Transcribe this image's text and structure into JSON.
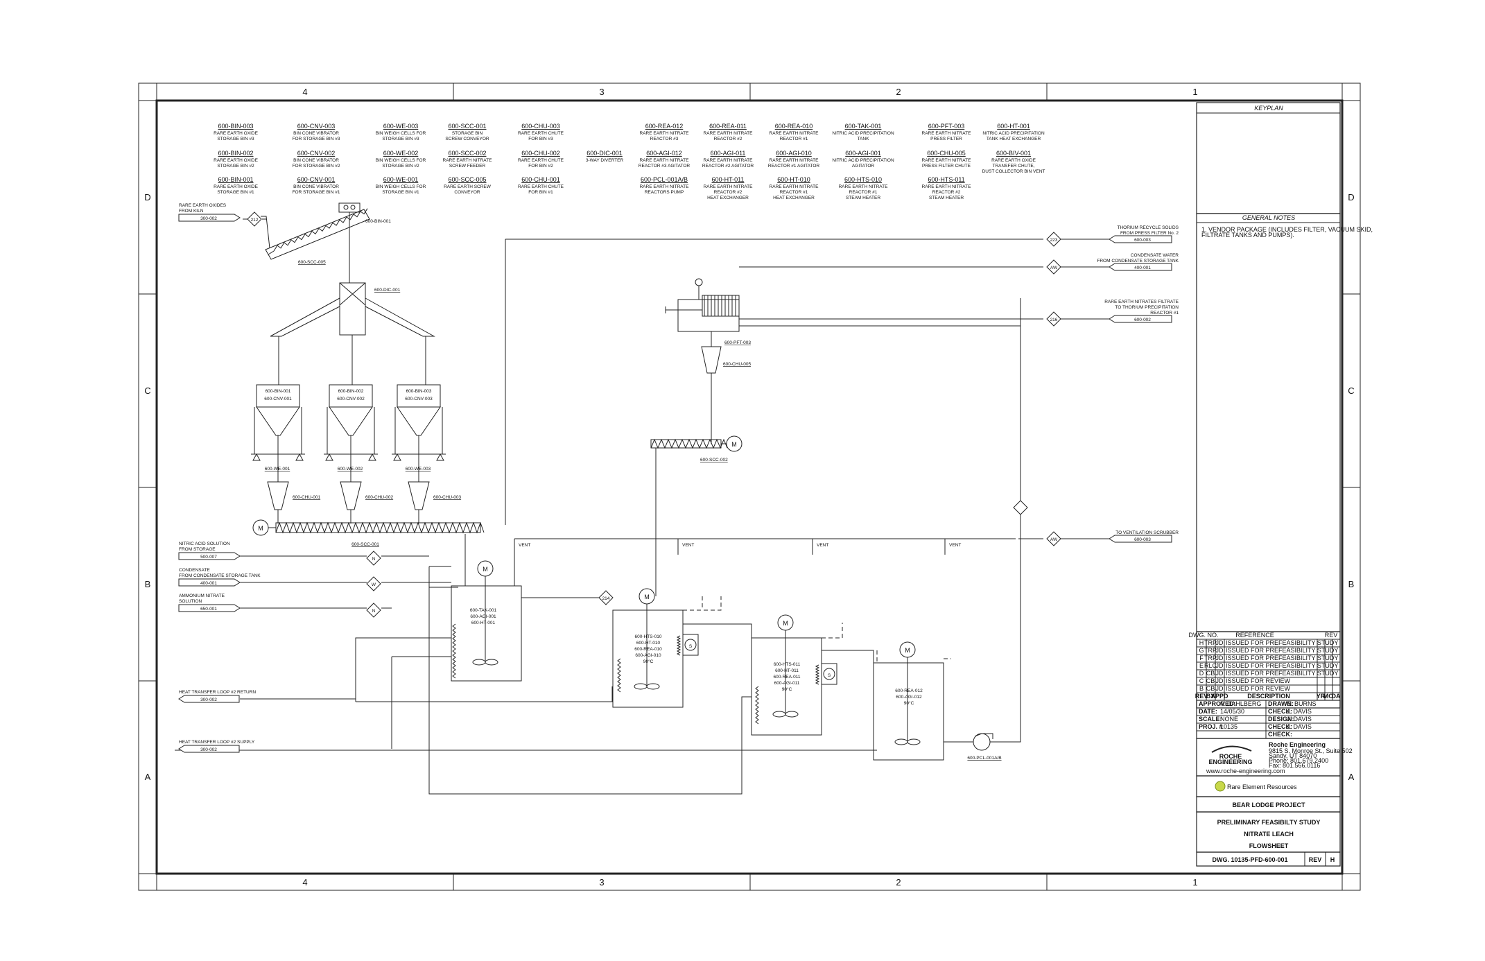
{
  "grid": {
    "columns": [
      "4",
      "3",
      "2",
      "1"
    ],
    "rows": [
      "D",
      "C",
      "B",
      "A"
    ]
  },
  "equipment_list": [
    {
      "tag": "600-BIN-003",
      "desc": [
        "RARE EARTH OXIDE",
        "STORAGE BIN #3"
      ]
    },
    {
      "tag": "600-BIN-002",
      "desc": [
        "RARE EARTH OXIDE",
        "STORAGE BIN #2"
      ]
    },
    {
      "tag": "600-BIN-001",
      "desc": [
        "RARE EARTH OXIDE",
        "STORAGE BIN #1"
      ]
    },
    {
      "tag": "600-CNV-003",
      "desc": [
        "BIN CONE VIBRATOR",
        "FOR STORAGE BIN #3"
      ]
    },
    {
      "tag": "600-CNV-002",
      "desc": [
        "BIN CONE VIBRATOR",
        "FOR STORAGE BIN #2"
      ]
    },
    {
      "tag": "600-CNV-001",
      "desc": [
        "BIN CONE VIBRATOR",
        "FOR STORAGE BIN #1"
      ]
    },
    {
      "tag": "600-WE-003",
      "desc": [
        "BIN WEIGH CELLS FOR",
        "STORAGE BIN #3"
      ]
    },
    {
      "tag": "600-WE-002",
      "desc": [
        "BIN WEIGH CELLS FOR",
        "STORAGE BIN #2"
      ]
    },
    {
      "tag": "600-WE-001",
      "desc": [
        "BIN WEIGH CELLS FOR",
        "STORAGE BIN #1"
      ]
    },
    {
      "tag": "600-SCC-001",
      "desc": [
        "STORAGE BIN",
        "SCREW CONVEYOR"
      ]
    },
    {
      "tag": "600-SCC-002",
      "desc": [
        "RARE EARTH NITRATE",
        "SCREW FEEDER"
      ]
    },
    {
      "tag": "600-SCC-005",
      "desc": [
        "RARE EARTH SCREW",
        "CONVEYOR"
      ]
    },
    {
      "tag": "600-CHU-003",
      "desc": [
        "RARE EARTH CHUTE",
        "FOR BIN #3"
      ]
    },
    {
      "tag": "600-CHU-002",
      "desc": [
        "RARE EARTH CHUTE",
        "FOR BIN #2"
      ]
    },
    {
      "tag": "600-CHU-001",
      "desc": [
        "RARE EARTH CHUTE",
        "FOR BIN #1"
      ]
    },
    {
      "tag": "600-DIC-001",
      "desc": [
        "3-WAY DIVERTER"
      ]
    },
    {
      "tag": "600-REA-012",
      "desc": [
        "RARE EARTH NITRATE",
        "REACTOR #3"
      ]
    },
    {
      "tag": "600-AGI-012",
      "desc": [
        "RARE EARTH NITRATE",
        "REACTOR #3 AGITATOR"
      ]
    },
    {
      "tag": "600-PCL-001A/B",
      "desc": [
        "RARE EARTH NITRATE",
        "REACTORS PUMP"
      ]
    },
    {
      "tag": "600-REA-011",
      "desc": [
        "RARE EARTH NITRATE",
        "REACTOR #2"
      ]
    },
    {
      "tag": "600-AGI-011",
      "desc": [
        "RARE EARTH NITRATE",
        "REACTOR #2 AGITATOR"
      ]
    },
    {
      "tag": "600-HT-011",
      "desc": [
        "RARE EARTH NITRATE",
        "REACTOR #2",
        "HEAT EXCHANGER"
      ]
    },
    {
      "tag": "600-REA-010",
      "desc": [
        "RARE EARTH NITRATE",
        "REACTOR #1"
      ]
    },
    {
      "tag": "600-AGI-010",
      "desc": [
        "RARE EARTH NITRATE",
        "REACTOR #1 AGITATOR"
      ]
    },
    {
      "tag": "600-HT-010",
      "desc": [
        "RARE EARTH NITRATE",
        "REACTOR #1",
        "HEAT EXCHANGER"
      ]
    },
    {
      "tag": "600-TAK-001",
      "desc": [
        "NITRIC ACID PRECIPITATION",
        "TANK"
      ]
    },
    {
      "tag": "600-AGI-001",
      "desc": [
        "NITRIC ACID PRECIPITATION",
        "AGITATOR"
      ]
    },
    {
      "tag": "600-HTS-010",
      "desc": [
        "RARE EARTH NITRATE",
        "REACTOR #1",
        "STEAM HEATER"
      ]
    },
    {
      "tag": "600-PFT-003",
      "desc": [
        "RARE EARTH NITRATE",
        "PRESS FILTER"
      ]
    },
    {
      "tag": "600-CHU-005",
      "desc": [
        "RARE EARTH NITRATE",
        "PRESS FILTER CHUTE"
      ]
    },
    {
      "tag": "600-HTS-011",
      "desc": [
        "RARE EARTH NITRATE",
        "REACTOR #2",
        "STEAM HEATER"
      ]
    },
    {
      "tag": "600-HT-001",
      "desc": [
        "NITRIC ACID PRECIPITATION",
        "TANK HEAT EXCHANGER"
      ]
    },
    {
      "tag": "600-BIV-001",
      "desc": [
        "RARE EARTH OXIDE",
        "TRANSFER CHUTE,",
        "DUST COLLECTOR BIN VENT"
      ]
    }
  ],
  "streams_left": [
    {
      "label": [
        "RARE EARTH OXIDES",
        "FROM KILN"
      ],
      "ref": "300-002"
    },
    {
      "label": [
        "NITRIC ACID SOLUTION",
        "FROM STORAGE"
      ],
      "ref": "500-007"
    },
    {
      "label": [
        "CONDENSATE",
        "FROM CONDENSATE STORAGE TANK"
      ],
      "ref": "400-001"
    },
    {
      "label": [
        "AMMONIUM NITRATE",
        "SOLUTION"
      ],
      "ref": "650-001"
    },
    {
      "label": [
        "HEAT TRANSFER LOOP #2 RETURN"
      ],
      "ref": "300-002"
    },
    {
      "label": [
        "HEAT TRANSFER LOOP #2 SUPPLY"
      ],
      "ref": "300-002"
    }
  ],
  "streams_right": [
    {
      "label": [
        "THORIUM RECYCLE SOLIDS",
        "FROM PRESS FILTER No. 2"
      ],
      "ref": "600-003"
    },
    {
      "label": [
        "CONDENSATE WATER",
        "FROM CONDENSATE STORAGE TANK"
      ],
      "ref": "400-001"
    },
    {
      "label": [
        "RARE EARTH NITRATES FILTRATE",
        "TO THORIUM PRECIPITATION",
        "REACTOR #1"
      ],
      "ref": "600-002"
    },
    {
      "label": [
        "TO VENTILATION SCRUBBER"
      ],
      "ref": "600-003"
    }
  ],
  "stream_markers": [
    "212",
    "223",
    "AW",
    "216",
    "AW",
    "214",
    "N",
    "W",
    "N"
  ],
  "diagram_labels": {
    "bin001": "600-BIN-001",
    "scc005": "600-SCC-005",
    "dic001": "600-DIC-001",
    "bins": [
      [
        "600-BIN-001",
        "600-CNV-001"
      ],
      [
        "600-BIN-002",
        "600-CNV-002"
      ],
      [
        "600-BIN-003",
        "600-CNV-003"
      ]
    ],
    "we": [
      "600-WE-001",
      "600-WE-002",
      "600-WE-003"
    ],
    "chu": [
      "600-CHU-001",
      "600-CHU-002",
      "600-CHU-003"
    ],
    "scc001": "600-SCC-001",
    "pft003": "600-PFT-003",
    "chu005": "600-CHU-005",
    "scc002": "600-SCC-002",
    "vent": "VENT",
    "tank": [
      "600-TAK-001",
      "600-AGI-001",
      "600-HT-001"
    ],
    "r1": [
      "600-HTS-010",
      "600-HT-010",
      "600-REA-010",
      "600-AGI-010",
      "90°C"
    ],
    "r2": [
      "600-HTS-011",
      "600-HT-011",
      "600-REA-011",
      "600-AGI-011",
      "90°C"
    ],
    "r3": [
      "600-REA-012",
      "600-AGI-012",
      "90°C"
    ],
    "pump": "600-PCL-001A/B",
    "motor": "M",
    "steam": "S"
  },
  "keyplan": "KEYPLAN",
  "general_notes": {
    "title": "GENERAL NOTES",
    "note": [
      "1.  VENDOR PACKAGE (INCLUDES FILTER, VACUUM SKID,",
      "FILTRATE TANKS AND PUMPS)."
    ]
  },
  "revisions": {
    "headers": [
      "DWG. NO.",
      "REFERENCE",
      "REV"
    ],
    "rows": [
      [
        "H",
        "TRP",
        "JD",
        "ISSUED FOR PREFEASIBILITY STUDY"
      ],
      [
        "G",
        "TRP",
        "JD",
        "ISSUED FOR PREFEASIBILITY STUDY"
      ],
      [
        "F",
        "TRP",
        "JD",
        "ISSUED FOR PREFEASIBILITY STUDY"
      ],
      [
        "E",
        "RLC",
        "JD",
        "ISSUED FOR PREFEASIBILITY STUDY"
      ],
      [
        "D",
        "CB",
        "JD",
        "ISSUED FOR PREFEASIBILITY STUDY"
      ],
      [
        "C",
        "CB",
        "JD",
        "ISSUED FOR REVIEW"
      ],
      [
        "B",
        "CB",
        "JD",
        "ISSUED FOR REVIEW"
      ]
    ],
    "footer": [
      "REV",
      "BY",
      "APPD",
      "DESCRIPTION",
      "YR",
      "MO",
      "DA"
    ]
  },
  "signoffs": {
    "left": [
      [
        "APPROVED:",
        "P. DAHLBERG"
      ],
      [
        "DATE:",
        "14/05/30"
      ],
      [
        "SCALE:",
        "NONE"
      ],
      [
        "PROJ. #",
        "10135"
      ]
    ],
    "right": [
      [
        "DRAWN:",
        "E. BURNS"
      ],
      [
        "CHECK:",
        "J. DAVIS"
      ],
      [
        "DESIGN:",
        "J. DAVIS"
      ],
      [
        "CHECK:",
        "J. DAVIS"
      ],
      [
        "CHECK:",
        ""
      ]
    ]
  },
  "company": {
    "logo": "ROCHE",
    "logo_sub": "ENGINEERING",
    "name": "Roche Engineering",
    "address": [
      "9815 S. Monroe St., Suite 502",
      "Sandy, UT 84070"
    ],
    "phone": "Phone: 801.679.2400",
    "fax": "Fax: 801.566.0116",
    "web": "www.roche-engineering.com"
  },
  "client": "Rare Element Resources",
  "project": "BEAR LODGE PROJECT",
  "title_lines": [
    "PRELIMINARY FEASIBILTY STUDY",
    "NITRATE LEACH",
    "FLOWSHEET"
  ],
  "dwg_no": "DWG. 10135-PFD-600-001",
  "rev_label": "REV",
  "rev_value": "H"
}
